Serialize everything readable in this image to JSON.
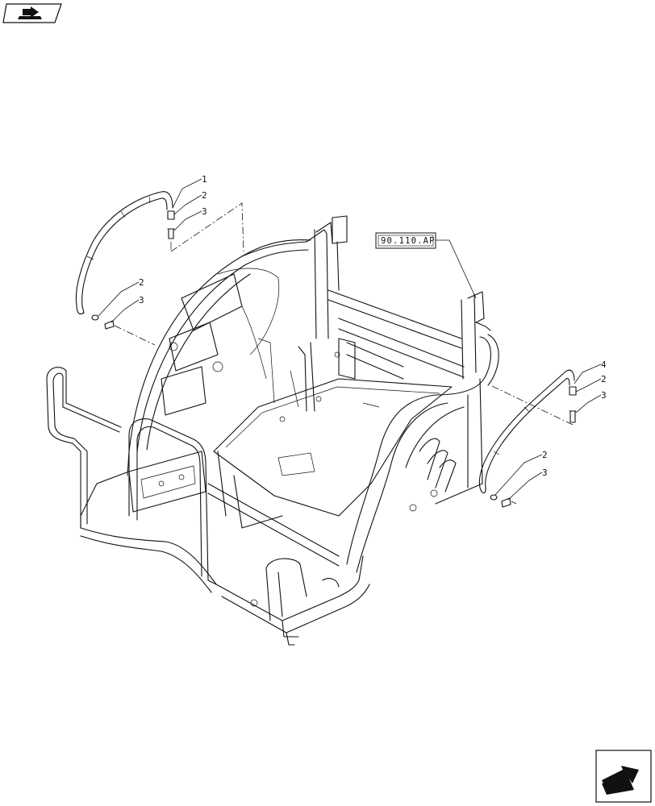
{
  "reference_label": "90.110.AP",
  "callouts": {
    "left_hose": "1",
    "left_clip_top": "2",
    "left_bolt_top": "3",
    "left_clip_bottom": "2",
    "left_bolt_bottom": "3",
    "right_hose": "4",
    "right_clip_top": "2",
    "right_bolt_top": "3",
    "right_clip_bottom": "2",
    "right_bolt_bottom": "3"
  },
  "icons": {
    "top_left": "book-arrow-icon",
    "bottom_right": "next-page-arrow-icon"
  }
}
